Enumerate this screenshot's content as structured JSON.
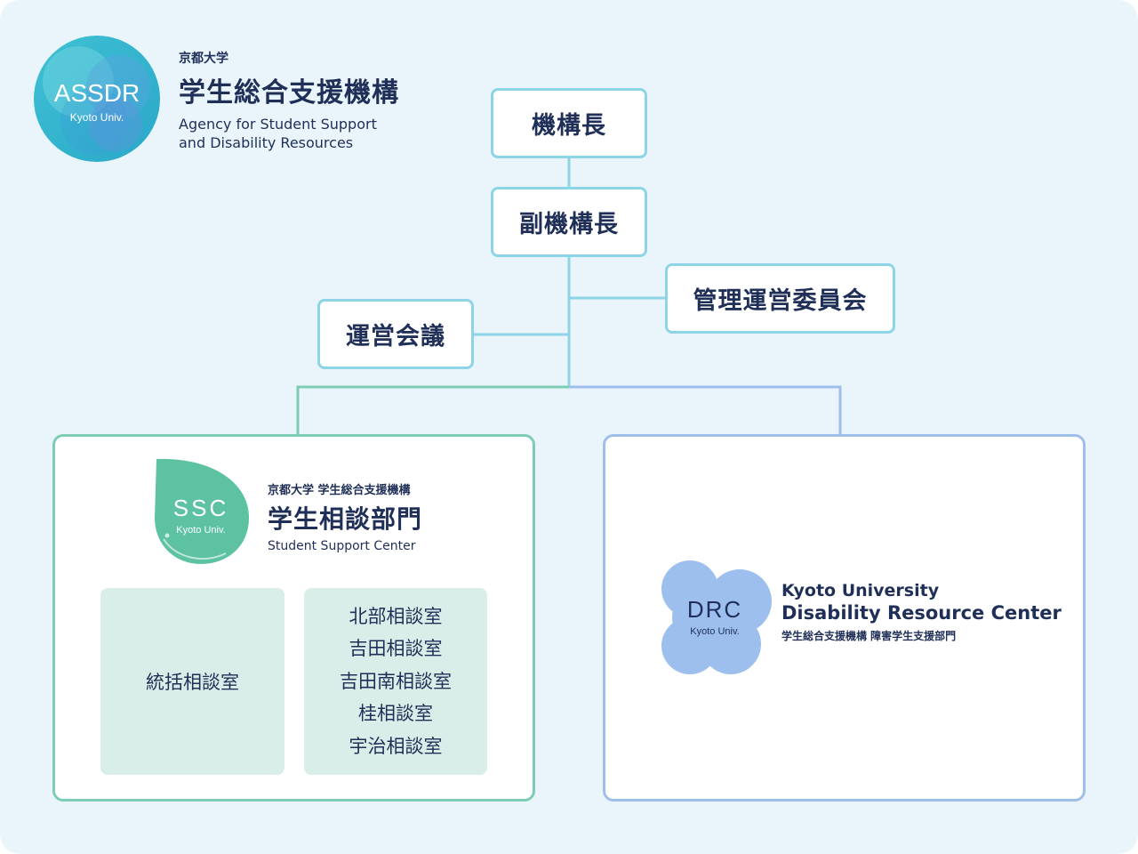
{
  "assdr": {
    "logo_text": "ASSDR",
    "logo_sub": "Kyoto Univ.",
    "univ": "京都大学",
    "name_ja": "学生総合支援機構",
    "name_en_1": "Agency for Student Support",
    "name_en_2": "and Disability Resources"
  },
  "org": {
    "director": "機構長",
    "deputy": "副機構長",
    "management_committee": "管理運営委員会",
    "operations_council": "運営会議"
  },
  "ssc": {
    "logo_text": "SSC",
    "logo_sub": "Kyoto Univ.",
    "parent": "京都大学 学生総合支援機構",
    "name_ja": "学生相談部門",
    "name_en": "Student Support Center",
    "central_room": "統括相談室",
    "rooms": [
      "北部相談室",
      "吉田相談室",
      "吉田南相談室",
      "桂相談室",
      "宇治相談室"
    ]
  },
  "drc": {
    "logo_text": "DRC",
    "logo_sub": "Kyoto Univ.",
    "name_en_1": "Kyoto University",
    "name_en_2": "Disability Resource Center",
    "name_ja": "学生総合支援機構 障害学生支援部門"
  },
  "colors": {
    "background": "#eaf5fb",
    "connector": "#8dd4e6",
    "ssc_accent": "#7dcdb5",
    "drc_accent": "#9fbfeb",
    "text": "#1f2f57"
  }
}
